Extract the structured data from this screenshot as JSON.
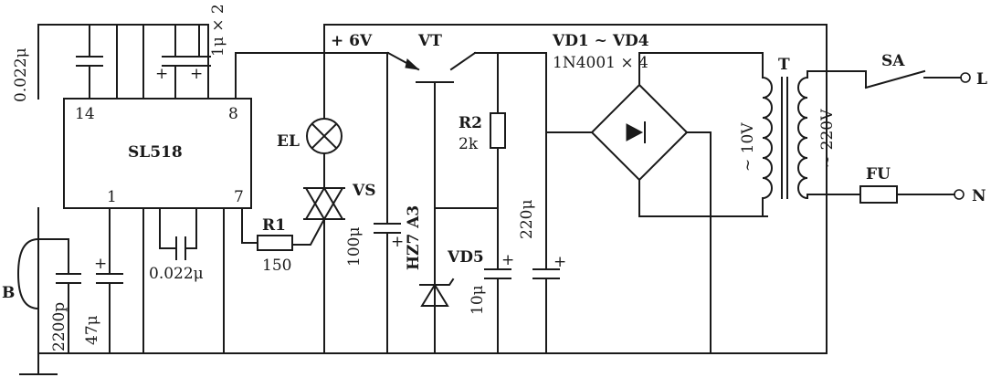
{
  "labels": {
    "ic_name": "SL518",
    "ic_pin14": "14",
    "ic_pin8": "8",
    "ic_pin1": "1",
    "ic_pin7": "7",
    "cap_top_left": "0.022μ",
    "cap_top_right": "1μ × 2",
    "cap_mid": "0.022μ",
    "cap_mic": "2200p",
    "cap_47": "47μ",
    "mic": "B",
    "lamp": "EL",
    "triac": "VS",
    "r1": "R1",
    "r1_value": "150",
    "supply": "+ 6V",
    "transistor": "VT",
    "r2": "R2",
    "r2_value": "2k",
    "cap_100": "100μ",
    "zener_type": "HZ7 A3",
    "zener": "VD5",
    "cap_10": "10μ",
    "cap_220": "220μ",
    "bridge": "VD1 ~ VD4",
    "bridge_type": "1N4001 × 4",
    "transformer": "T",
    "secondary": "~ 10V",
    "primary": "~ 220V",
    "switch": "SA",
    "fuse": "FU",
    "line": "L",
    "neutral": "N",
    "plus_a": "+",
    "plus_b": "+",
    "plus_c": "+",
    "plus_d": "+",
    "plus_e": "+",
    "plus_f": "+"
  }
}
